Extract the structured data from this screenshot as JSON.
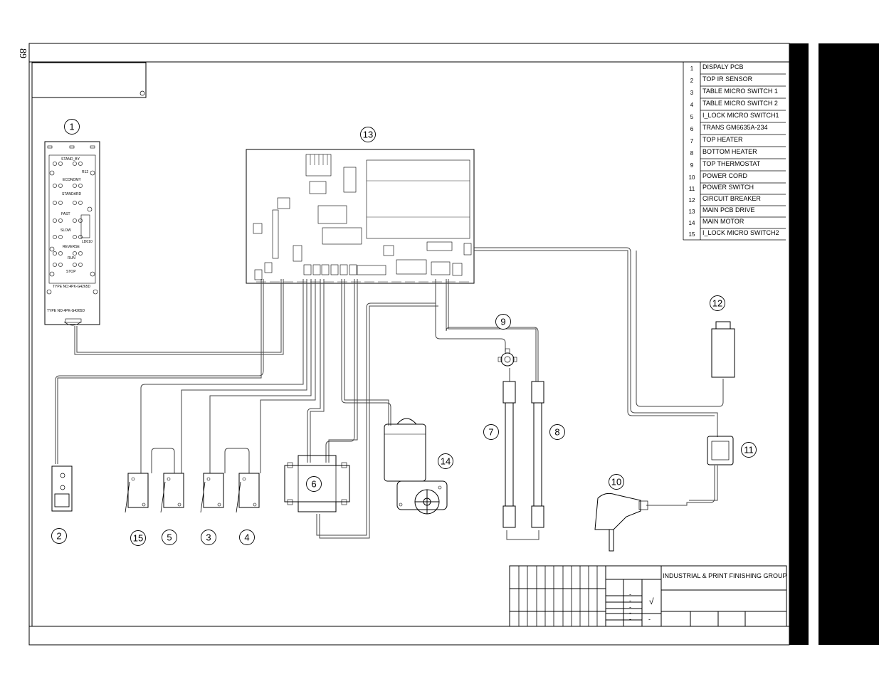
{
  "page": {
    "number": "89"
  },
  "legend": [
    {
      "no": "1",
      "name": "DISPALY PCB"
    },
    {
      "no": "2",
      "name": "TOP IR SENSOR"
    },
    {
      "no": "3",
      "name": "TABLE MICRO SWITCH 1"
    },
    {
      "no": "4",
      "name": "TABLE MICRO SWITCH 2"
    },
    {
      "no": "5",
      "name": "I_LOCK MICRO SWITCH1"
    },
    {
      "no": "6",
      "name": "TRANS GM6635A-234"
    },
    {
      "no": "7",
      "name": "TOP HEATER"
    },
    {
      "no": "8",
      "name": "BOTTOM HEATER"
    },
    {
      "no": "9",
      "name": "TOP THERMOSTAT"
    },
    {
      "no": "10",
      "name": "POWER CORD"
    },
    {
      "no": "11",
      "name": "POWER SWITCH"
    },
    {
      "no": "12",
      "name": "CIRCUIT BREAKER"
    },
    {
      "no": "13",
      "name": "MAIN PCB DRIVE"
    },
    {
      "no": "14",
      "name": "MAIN MOTOR"
    },
    {
      "no": "15",
      "name": "I_LOCK MICRO SWITCH2"
    }
  ],
  "display_pcb": {
    "labels": [
      "STAND_BY",
      "R12",
      "ECONOMY",
      "STANDARD",
      "FAST",
      "SLOW",
      "REVERSE",
      "RUN",
      "STOP",
      "LD010"
    ],
    "type_label_inner": "TYPE NO:4PK-G4265D",
    "type_label_outer": "TYPE NO:4PK-G4265D"
  },
  "title_block": {
    "company": "INDUSTRIAL & PRINT FINISHING GROUP",
    "dash": "-",
    "check": "√"
  },
  "callouts": [
    "1",
    "2",
    "3",
    "4",
    "5",
    "6",
    "7",
    "8",
    "9",
    "10",
    "11",
    "12",
    "13",
    "14",
    "15"
  ]
}
